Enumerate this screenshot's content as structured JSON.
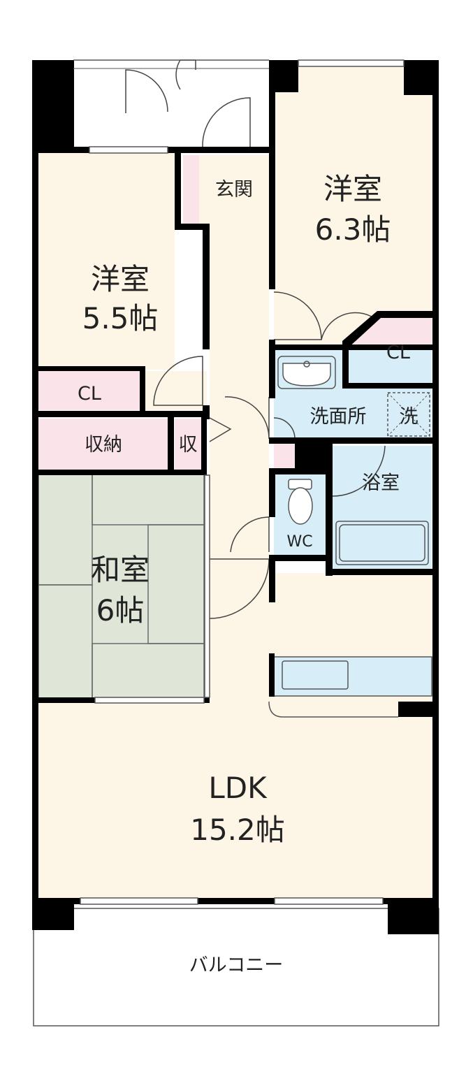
{
  "colors": {
    "floor": "#fdf6e6",
    "storage": "#fbe3ea",
    "wet": "#d7eef8",
    "tatami": "#dfe6d8",
    "wall": "#000000",
    "exterior": "#ffffff"
  },
  "rooms": {
    "bedroom_west": {
      "name": "洋室",
      "size": "5.5帖"
    },
    "bedroom_east": {
      "name": "洋室",
      "size": "6.3帖"
    },
    "japanese_room": {
      "name": "和室",
      "size": "6帖"
    },
    "ldk": {
      "name": "LDK",
      "size": "15.2帖"
    },
    "entrance": {
      "name": "玄関"
    },
    "closet_west": {
      "name": "CL"
    },
    "closet_east": {
      "name": "CL"
    },
    "storage_main": {
      "name": "収納"
    },
    "storage_small": {
      "name": "収"
    },
    "washroom": {
      "name": "洗面所"
    },
    "washer": {
      "name": "洗"
    },
    "bathroom": {
      "name": "浴室"
    },
    "toilet": {
      "name": "WC"
    },
    "balcony": {
      "name": "バルコニー"
    }
  }
}
